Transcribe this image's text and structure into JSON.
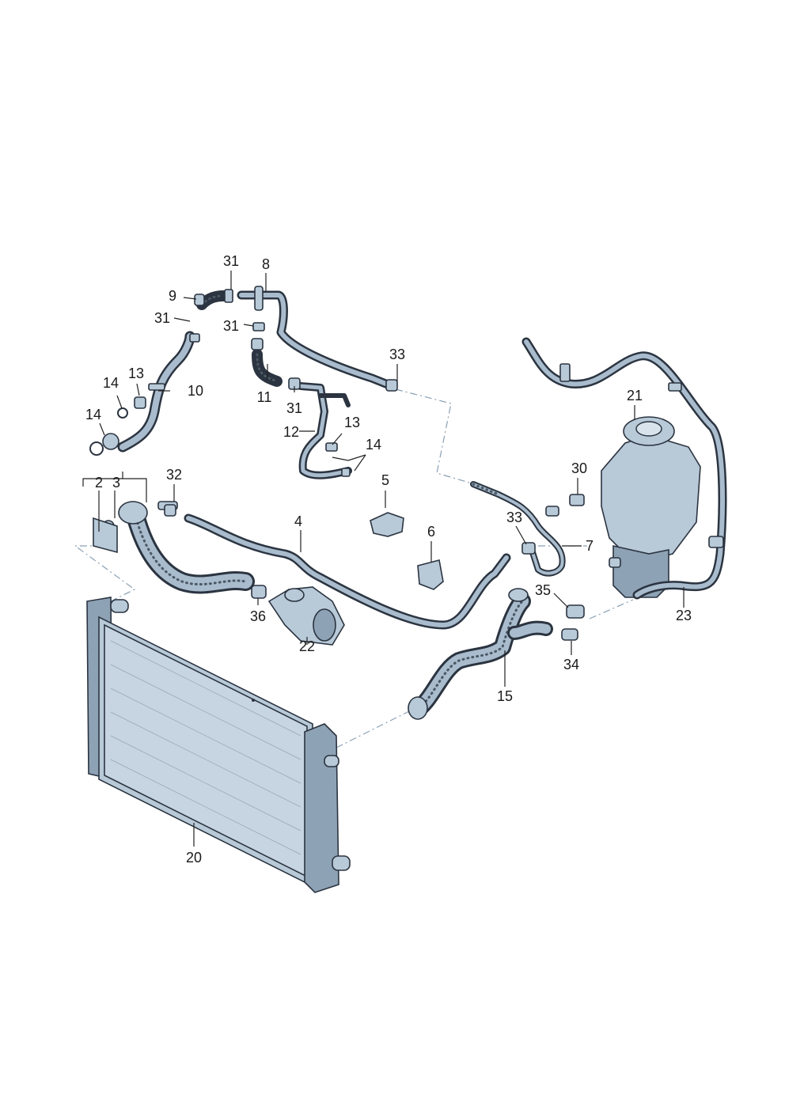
{
  "diagram": {
    "labels": [
      {
        "id": "l31a",
        "text": "31"
      },
      {
        "id": "l8",
        "text": "8"
      },
      {
        "id": "l9",
        "text": "9"
      },
      {
        "id": "l31b",
        "text": "31"
      },
      {
        "id": "l31c",
        "text": "31"
      },
      {
        "id": "l33a",
        "text": "33"
      },
      {
        "id": "l14a",
        "text": "14"
      },
      {
        "id": "l13a",
        "text": "13"
      },
      {
        "id": "l10",
        "text": "10"
      },
      {
        "id": "l11",
        "text": "11"
      },
      {
        "id": "l31d",
        "text": "31"
      },
      {
        "id": "l14b",
        "text": "14"
      },
      {
        "id": "l12",
        "text": "12"
      },
      {
        "id": "l13b",
        "text": "13"
      },
      {
        "id": "l14c",
        "text": "14"
      },
      {
        "id": "l21",
        "text": "21"
      },
      {
        "id": "l2",
        "text": "2"
      },
      {
        "id": "l3",
        "text": "3"
      },
      {
        "id": "l32",
        "text": "32"
      },
      {
        "id": "l5",
        "text": "5"
      },
      {
        "id": "l30",
        "text": "30"
      },
      {
        "id": "l4",
        "text": "4"
      },
      {
        "id": "l33b",
        "text": "33"
      },
      {
        "id": "l6",
        "text": "6"
      },
      {
        "id": "l7",
        "text": "7"
      },
      {
        "id": "l36",
        "text": "36"
      },
      {
        "id": "l35",
        "text": "35"
      },
      {
        "id": "l22",
        "text": "22"
      },
      {
        "id": "l23",
        "text": "23"
      },
      {
        "id": "l34",
        "text": "34"
      },
      {
        "id": "l15",
        "text": "15"
      },
      {
        "id": "l20",
        "text": "20"
      }
    ]
  }
}
